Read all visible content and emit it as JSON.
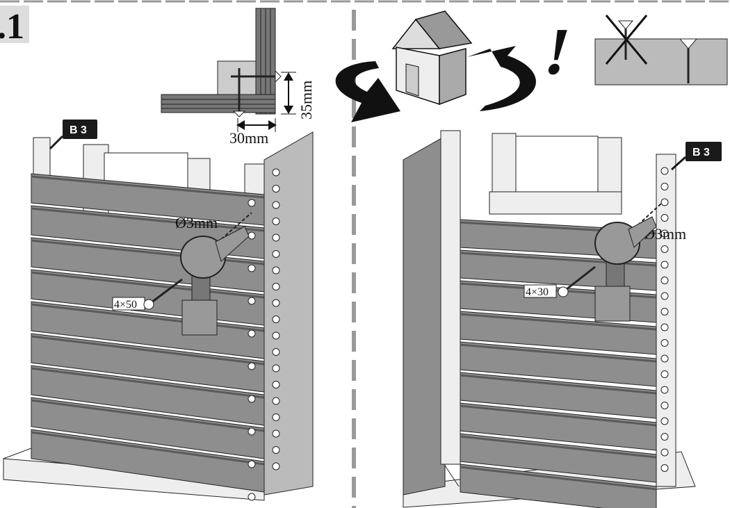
{
  "step": {
    "number": ".1"
  },
  "detail": {
    "dim_vertical": "35mm",
    "dim_horizontal": "30mm"
  },
  "left_panel": {
    "badge": "B 3",
    "drill_label": "Ø3mm",
    "screw_label": "4×50"
  },
  "right_panel": {
    "badge": "B 3",
    "drill_label": "Ø3mm",
    "screw_label": "4×30"
  },
  "warning": {
    "mark": "!"
  },
  "colors": {
    "board": "#8e8e8e",
    "board_dark": "#5a5a5a",
    "frame": "#eeeeee",
    "badge": "#1a1a1a",
    "ink": "#1a1a1a"
  }
}
